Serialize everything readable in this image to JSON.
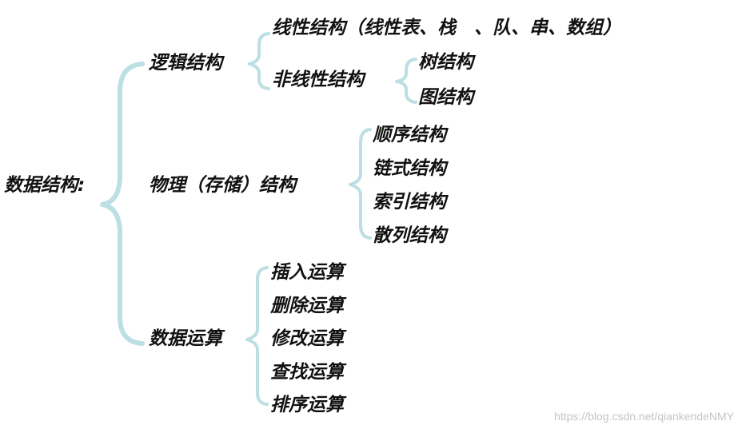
{
  "diagram": {
    "root": {
      "label": "数据结构:"
    },
    "logical": {
      "label": "逻辑结构",
      "linear": {
        "label": "线性结构（线性表、栈　、队、串、数组）"
      },
      "nonlinear": {
        "label": "非线性结构",
        "children": [
          "树结构",
          "图结构"
        ]
      }
    },
    "physical": {
      "label": "物理（存储）结构",
      "children": [
        "顺序结构",
        "链式结构",
        "索引结构",
        "散列结构"
      ]
    },
    "operations": {
      "label": "数据运算",
      "children": [
        "插入运算",
        "删除运算",
        "修改运算",
        "查找运算",
        "排序运算"
      ]
    }
  },
  "colors": {
    "brace": "#bcdfe3",
    "text": "#111111",
    "watermark": "#c4c4c4"
  },
  "watermark": "https://blog.csdn.net/qiankendeNMY"
}
